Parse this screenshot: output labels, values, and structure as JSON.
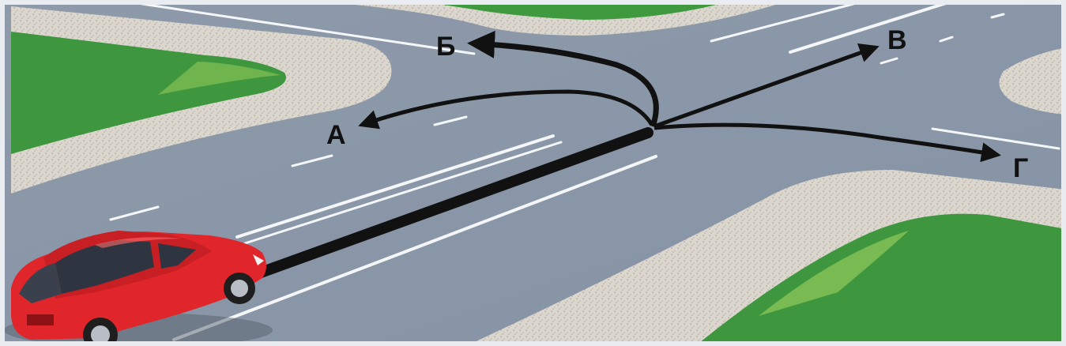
{
  "scene": {
    "description_free": true,
    "colors": {
      "asphalt": "#8f9bab",
      "asphalt_dark": "#7d8a9c",
      "curb_gravel": "#d9d4cb",
      "grass": "#3f9a3f",
      "grass_light": "#72b84e",
      "lane_marking": "#f4f6f8",
      "route_arrow": "#111111",
      "car_body": "#e0262b",
      "frame": "#e9edf1"
    },
    "icons": {
      "car": "red-sedan-icon"
    }
  },
  "routes": [
    {
      "key": "A",
      "label": "А"
    },
    {
      "key": "B",
      "label": "Б"
    },
    {
      "key": "V",
      "label": "В"
    },
    {
      "key": "G",
      "label": "Г"
    }
  ]
}
